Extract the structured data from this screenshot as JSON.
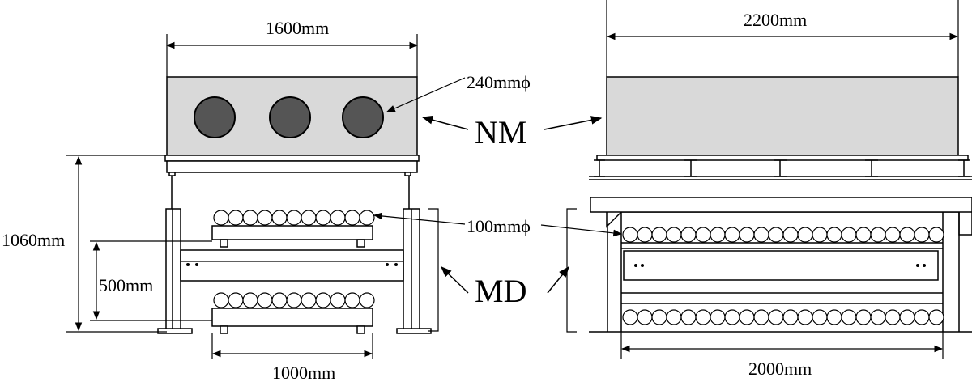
{
  "labels": {
    "width_top_left": "1600mm",
    "width_top_right": "2200mm",
    "hole_diameter": "240mmϕ",
    "roller_diameter": "100mmϕ",
    "nm": "NM",
    "md": "MD",
    "height_total": "1060mm",
    "height_mid": "500mm",
    "width_bottom_left": "1000mm",
    "width_bottom_right": "2000mm"
  },
  "counts": {
    "holes_left_view": 3,
    "rollers_left_row": 11,
    "rollers_right_row": 22
  },
  "colors": {
    "mass_fill": "#d9d9d9",
    "hole_fill": "#555555",
    "line": "#000000"
  }
}
